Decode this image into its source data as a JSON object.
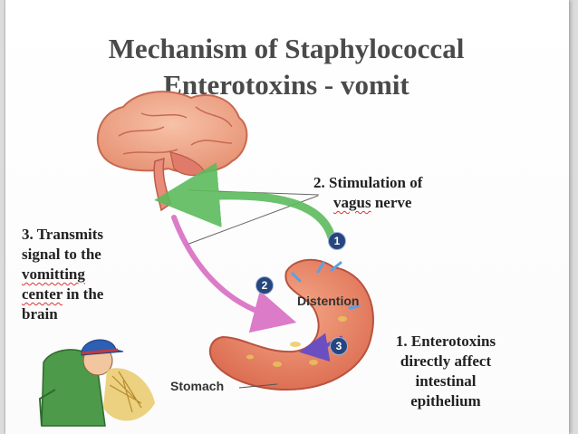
{
  "title": {
    "line1": "Mechanism of Staphylococcal",
    "line2": "Enterotoxins - vomit"
  },
  "labels": {
    "step2_line1": "2. Stimulation of",
    "step2_word": "vagus",
    "step2_rest": " nerve",
    "step3_line1": "3. Transmits",
    "step3_line2": "signal to the",
    "step3_line3": "vomitting",
    "step3_line4_a": "center",
    "step3_line4_b": " in the",
    "step3_line5": "brain",
    "step1_line1": "1. Enterotoxins",
    "step1_line2": "directly affect",
    "step1_line3": "intestinal",
    "step1_line4": "epithelium",
    "distention": "Distention",
    "stomach": "Stomach"
  },
  "badges": {
    "one": "1",
    "two": "2",
    "three": "3"
  },
  "colors": {
    "brain": "#f0a88c",
    "brainstem": "#e98c7a",
    "stomach": "#f08a6a",
    "green_arrow": "#5dbb5d",
    "pink_arrow": "#d96ec3",
    "purple_arrow": "#6b4fc0",
    "badge": "#27457e"
  }
}
